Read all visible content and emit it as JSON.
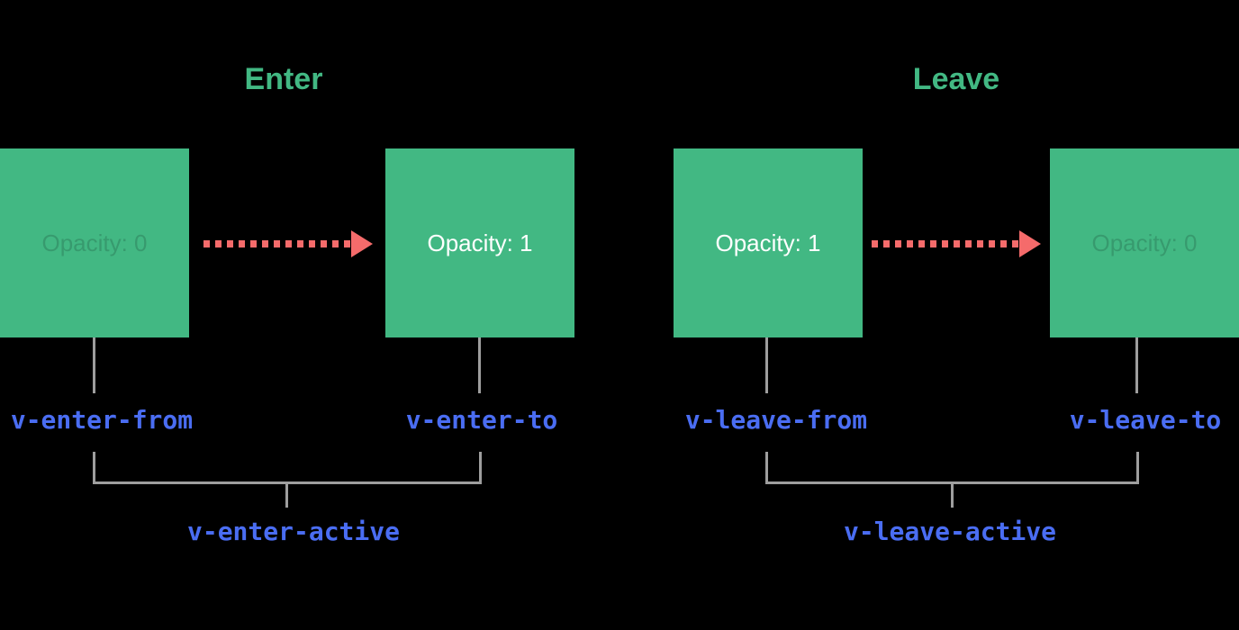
{
  "background": "#000000",
  "colors": {
    "box_green": "#42b883",
    "title_green": "#42b883",
    "arrow_red": "#f56b6b",
    "connector_gray": "#9e9e9e",
    "class_label_blue": "#4a6df2",
    "opacity_visible_text": "#ffffff",
    "opacity_hidden_text": "rgba(0,0,0,0.16)"
  },
  "enter": {
    "title": "Enter",
    "from_box_label": "Opacity: 0",
    "to_box_label": "Opacity: 1",
    "from_class": "v-enter-from",
    "to_class": "v-enter-to",
    "active_class": "v-enter-active"
  },
  "leave": {
    "title": "Leave",
    "from_box_label": "Opacity: 1",
    "to_box_label": "Opacity: 0",
    "from_class": "v-leave-from",
    "to_class": "v-leave-to",
    "active_class": "v-leave-active"
  }
}
